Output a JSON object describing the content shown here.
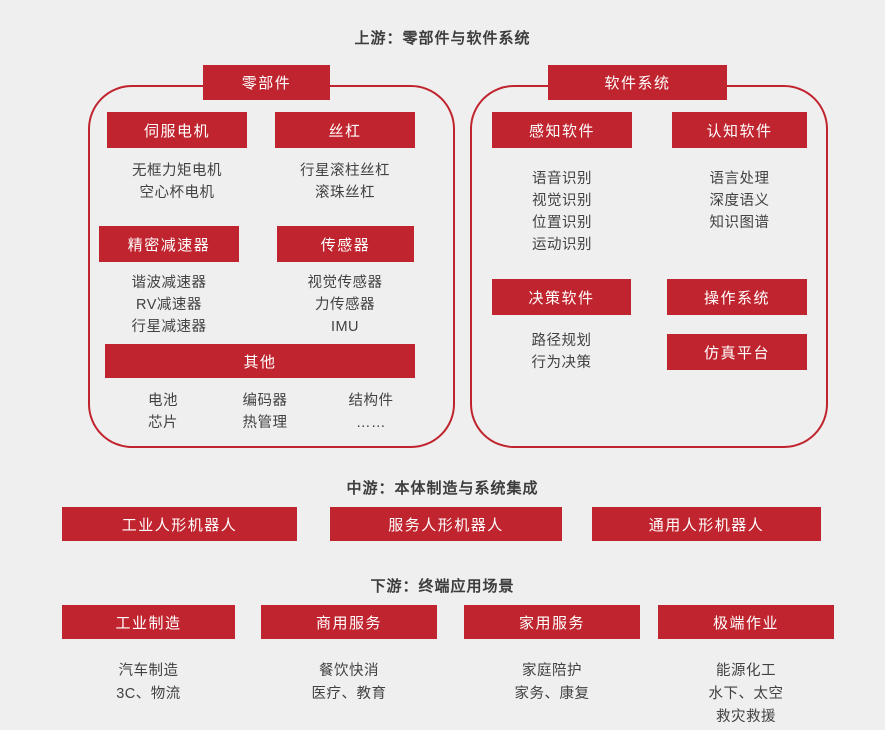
{
  "colors": {
    "background": "#f0efef",
    "accent_red": "#c0242e",
    "bar_text": "#ffffff",
    "body_text": "#424242"
  },
  "sections": {
    "upstream": {
      "title": "上游：零部件与软件系统",
      "components": {
        "header": "零部件",
        "groups": [
          {
            "label": "伺服电机",
            "items": [
              "无框力矩电机",
              "空心杯电机"
            ]
          },
          {
            "label": "丝杠",
            "items": [
              "行星滚柱丝杠",
              "滚珠丝杠"
            ]
          },
          {
            "label": "精密减速器",
            "items": [
              "谐波减速器",
              "RV减速器",
              "行星减速器"
            ]
          },
          {
            "label": "传感器",
            "items": [
              "视觉传感器",
              "力传感器",
              "IMU"
            ]
          },
          {
            "label": "其他",
            "columns": [
              [
                "电池",
                "芯片"
              ],
              [
                "编码器",
                "热管理"
              ],
              [
                "结构件",
                "……"
              ]
            ]
          }
        ]
      },
      "software": {
        "header": "软件系统",
        "groups": [
          {
            "label": "感知软件",
            "items": [
              "语音识别",
              "视觉识别",
              "位置识别",
              "运动识别"
            ]
          },
          {
            "label": "认知软件",
            "items": [
              "语言处理",
              "深度语义",
              "知识图谱"
            ]
          },
          {
            "label": "决策软件",
            "items": [
              "路径规划",
              "行为决策"
            ]
          },
          {
            "label": "操作系统"
          },
          {
            "label": "仿真平台"
          }
        ]
      }
    },
    "midstream": {
      "title": "中游：本体制造与系统集成",
      "bars": [
        "工业人形机器人",
        "服务人形机器人",
        "通用人形机器人"
      ]
    },
    "downstream": {
      "title": "下游：终端应用场景",
      "bars": [
        {
          "label": "工业制造",
          "items": [
            "汽车制造",
            "3C、物流"
          ]
        },
        {
          "label": "商用服务",
          "items": [
            "餐饮快消",
            "医疗、教育"
          ]
        },
        {
          "label": "家用服务",
          "items": [
            "家庭陪护",
            "家务、康复"
          ]
        },
        {
          "label": "极端作业",
          "items": [
            "能源化工",
            "水下、太空",
            "救灾救援"
          ]
        }
      ]
    }
  }
}
